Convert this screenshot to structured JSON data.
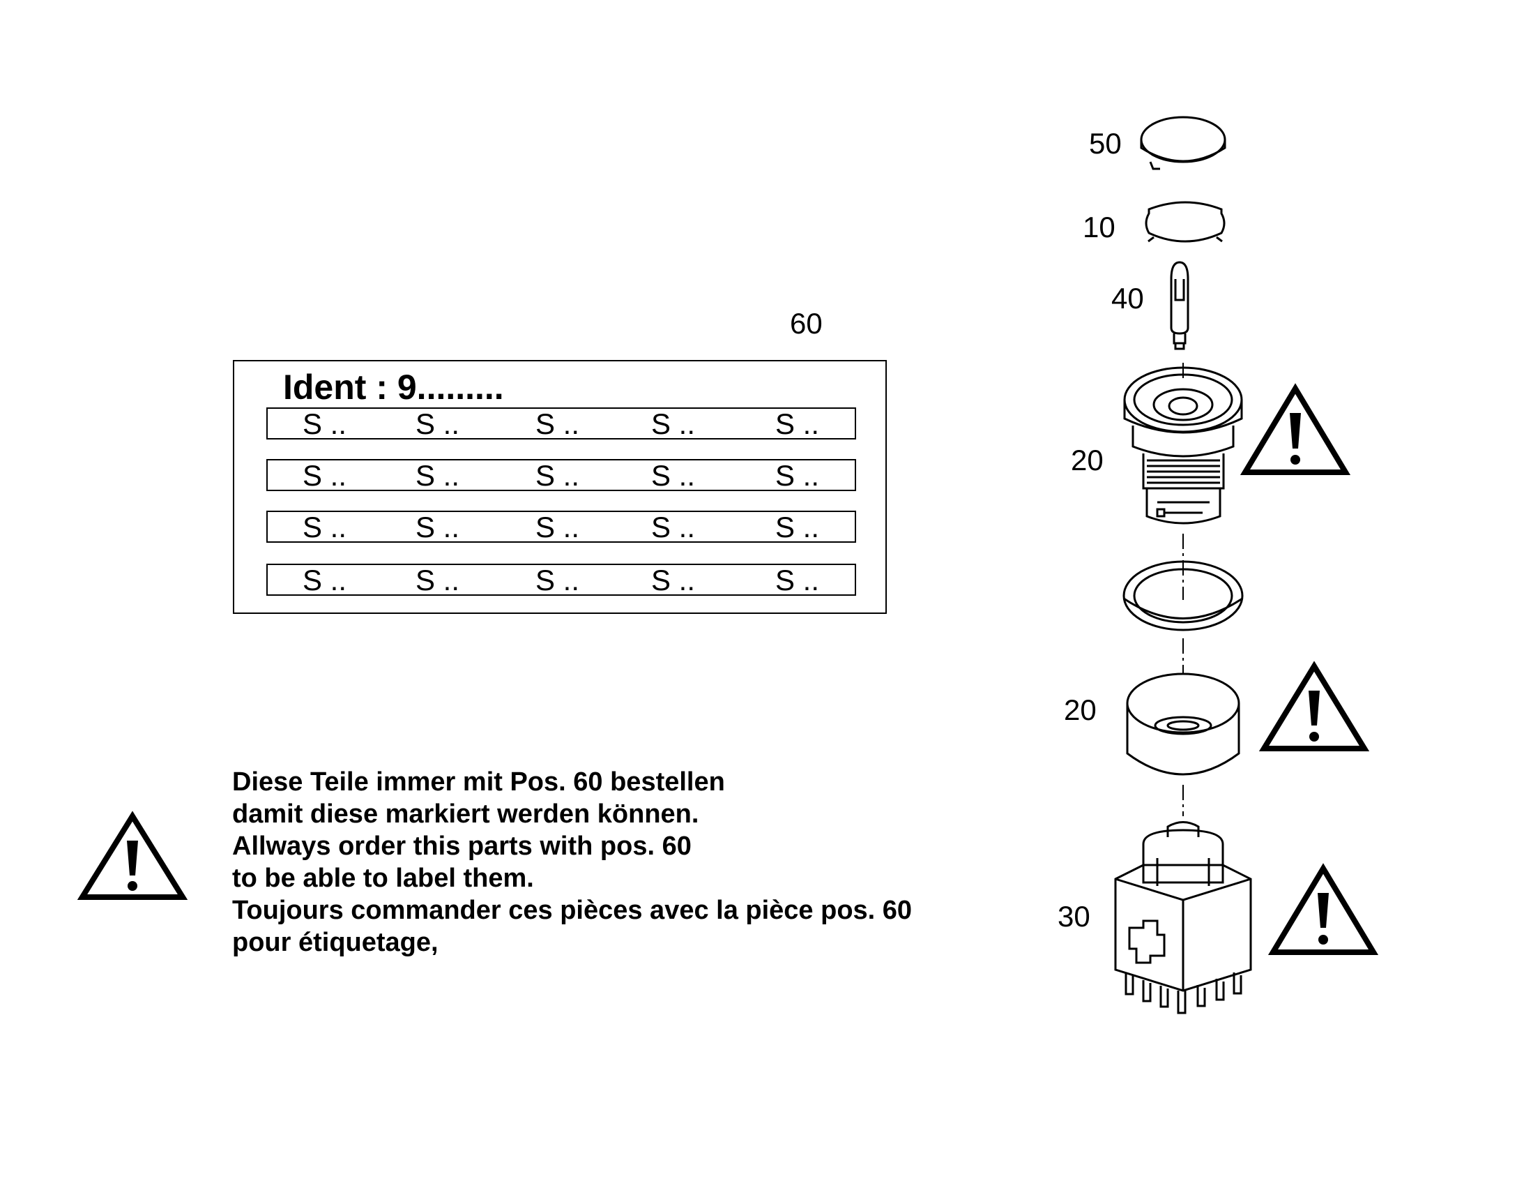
{
  "position_labels": {
    "p50": "50",
    "p10": "10",
    "p40": "40",
    "p60": "60",
    "p20_top": "20",
    "p20_bottom": "20",
    "p30": "30"
  },
  "label_card": {
    "ident": "Ident : 9.........",
    "rows": [
      [
        "S ..",
        "S ..",
        "S ..",
        "S ..",
        "S .."
      ],
      [
        "S ..",
        "S ..",
        "S ..",
        "S ..",
        "S .."
      ],
      [
        "S ..",
        "S ..",
        "S ..",
        "S ..",
        "S .."
      ],
      [
        "S ..",
        "S ..",
        "S ..",
        "S ..",
        "S .."
      ]
    ]
  },
  "note": {
    "lines": [
      "Diese Teile immer mit Pos. 60 bestellen",
      "damit diese markiert werden können.",
      "Allways order this parts with pos. 60",
      "to be able to label them.",
      "Toujours commander ces pièces avec la pièce pos. 60",
      "pour étiquetage,"
    ]
  },
  "icons": {
    "warning": "warning-triangle-icon"
  }
}
